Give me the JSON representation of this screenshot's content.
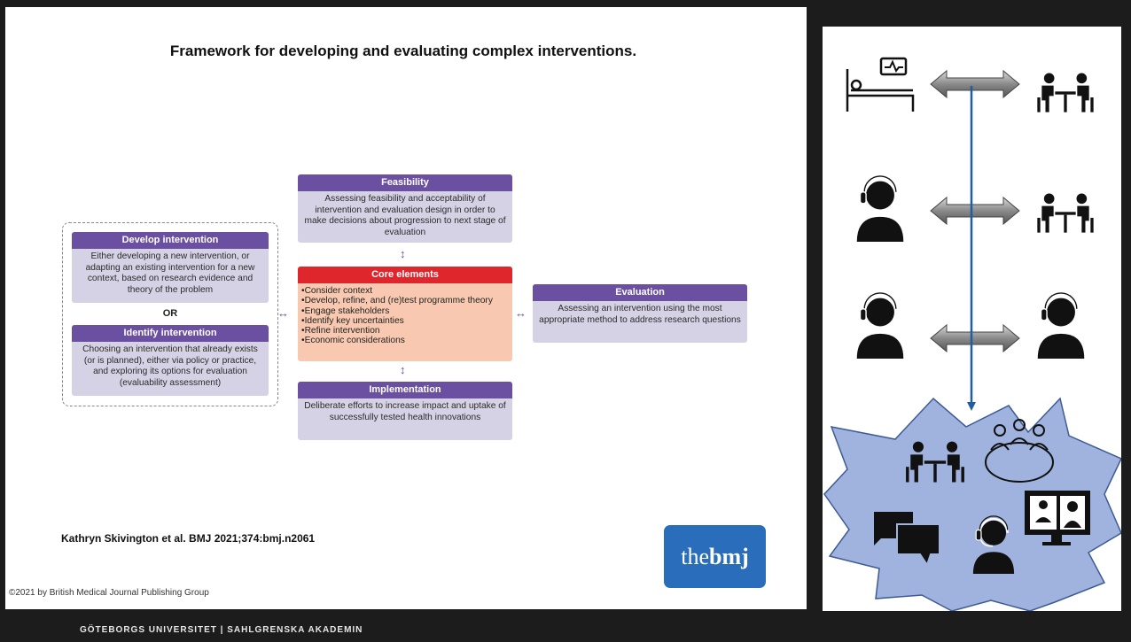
{
  "title": "Framework for developing and evaluating complex interventions.",
  "develop": {
    "header": "Develop intervention",
    "body": "Either developing a new intervention, or adapting an existing intervention for a new context, based on research evidence and theory of the problem"
  },
  "or_label": "OR",
  "identify": {
    "header": "Identify intervention",
    "body": "Choosing an intervention that already exists (or is planned), either via policy or practice, and exploring its options for evaluation (evaluability assessment)"
  },
  "feasibility": {
    "header": "Feasibility",
    "body": "Assessing feasibility and acceptability of intervention and evaluation design in order to make decisions about progression to next stage of evaluation"
  },
  "core": {
    "header": "Core elements",
    "items": [
      "Consider context",
      "Develop, refine, and (re)test programme theory",
      "Engage stakeholders",
      "Identify key uncertainties",
      "Refine intervention",
      "Economic considerations"
    ]
  },
  "evaluation": {
    "header": "Evaluation",
    "body": "Assessing an intervention using the most appropriate method to address research questions"
  },
  "implementation": {
    "header": "Implementation",
    "body": "Deliberate efforts to increase impact and uptake of successfully tested health innovations"
  },
  "citation": "Kathryn Skivington et al. BMJ 2021;374:bmj.n2061",
  "copyright": "©2021 by British Medical Journal Publishing Group",
  "logo": {
    "prefix": "the",
    "bold": "bmj"
  },
  "footer": "GÖTEBORGS UNIVERSITET  |  SAHLGRENSKA AKADEMIN",
  "colors": {
    "purple": "#6b4fa0",
    "lavender": "#d6d2e6",
    "core_red": "#e0262d",
    "core_fill": "#f8c9b0",
    "bmj_blue": "#2a6ebb",
    "arrow_blue": "#1f5f9e",
    "burst_blue": "#9fb3de"
  },
  "icons": [
    "patient-bed-icon",
    "meeting-table-icon",
    "headset-person-icon",
    "group-meeting-icon",
    "chat-bubbles-icon",
    "video-call-icon"
  ]
}
